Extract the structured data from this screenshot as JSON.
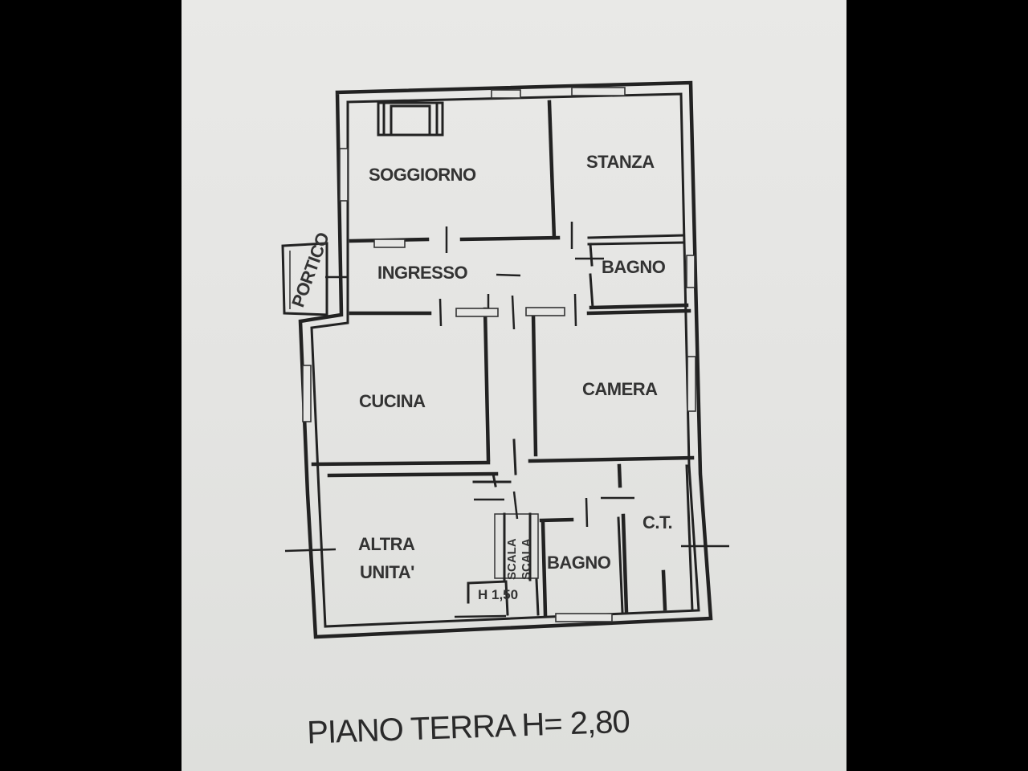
{
  "plan": {
    "title": "PIANO TERRA H= 2,80",
    "rooms": {
      "soggiorno": "SOGGIORNO",
      "stanza": "STANZA",
      "portico": "PORTICO",
      "ingresso": "INGRESSO",
      "bagno_upper": "BAGNO",
      "cucina": "CUCINA",
      "camera": "CAMERA",
      "ct": "C.T.",
      "altra_unita_line1": "ALTRA",
      "altra_unita_line2": "UNITA'",
      "bagno_lower": "BAGNO",
      "scala_1": "SCALA",
      "scala_2": "SCALA",
      "height_note": "H 1,50"
    }
  }
}
